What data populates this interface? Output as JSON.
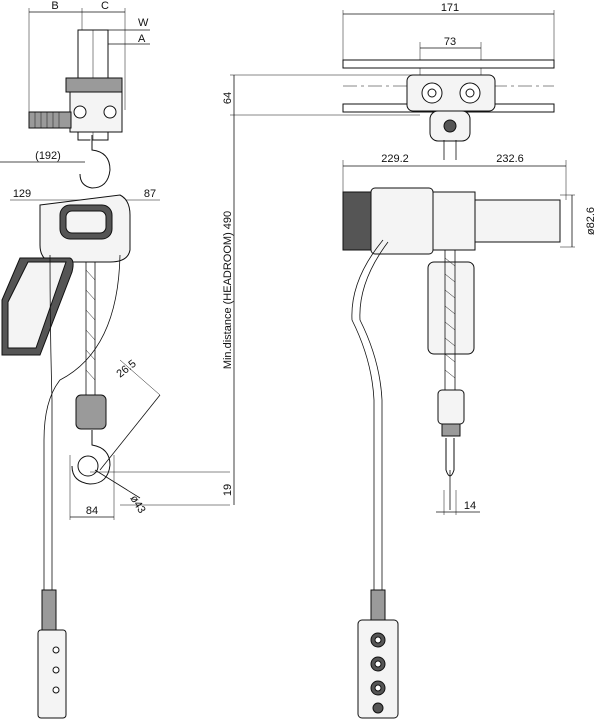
{
  "side_view": {
    "dim_B": "B",
    "dim_C": "C",
    "dim_W": "W",
    "dim_A": "A",
    "dim_192": "(192)",
    "dim_129": "129",
    "dim_87": "87",
    "dim_26_5": "26.5",
    "dim_84": "84",
    "dim_phi43": "ø43"
  },
  "headroom": {
    "dim_64": "64",
    "label": "Min.distance (HEADROOM) 490",
    "dim_19": "19"
  },
  "front_view": {
    "dim_171": "171",
    "dim_73": "73",
    "dim_229_2": "229.2",
    "dim_232_6": "232.6",
    "dim_phi82_6": "ø82.6",
    "dim_14": "14"
  }
}
